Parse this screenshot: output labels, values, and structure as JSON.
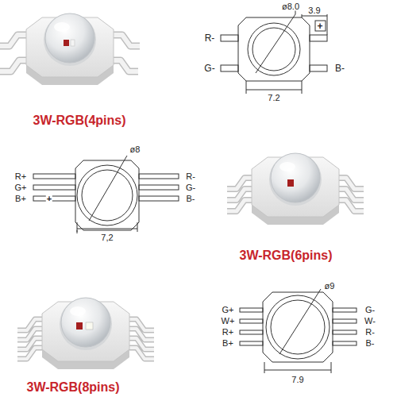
{
  "diagram": {
    "labels": [
      "ø8.0",
      "3.9",
      "R-",
      "+",
      "G-",
      "B-",
      "7.2",
      "3W-RGB(4pins)",
      "ø8",
      "R+",
      "G+",
      "B+",
      "+",
      "R-",
      "G-",
      "B-",
      "7,2",
      "3W-RGB(6pins)",
      "ø9",
      "G+",
      "W+",
      "R+",
      "B+",
      "G-",
      "W-",
      "R-",
      "B-",
      "7.9",
      "3W-RGB(8pins)"
    ]
  }
}
